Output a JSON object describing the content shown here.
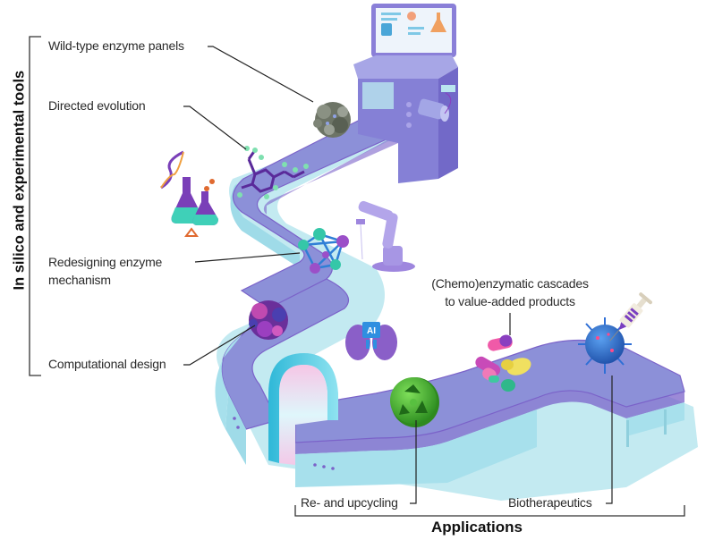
{
  "figure": {
    "left_group_title": "In silico and experimental tools",
    "bottom_group_title": "Applications",
    "labels": {
      "wild_type": "Wild-type enzyme panels",
      "directed_evolution": "Directed evolution",
      "redesigning_line1": "Redesigning enzyme",
      "redesigning_line2": "mechanism",
      "computational": "Computational design",
      "cascades_line1": "(Chemo)enzymatic cascades",
      "cascades_line2": "to value-added products",
      "upcycling": "Re- and upcycling",
      "biotherapeutics": "Biotherapeutics"
    },
    "icons": {
      "ai_chip_text": "AI"
    },
    "colors": {
      "belt_top": "#8a8fd6",
      "belt_side": "#9ad7e6",
      "belt_edge": "#7b63c9",
      "machine": "#8f8ad8",
      "protein_gray": "#6d7466",
      "protein_purple": "#7a2fa0",
      "recycle_green": "#3fae2e",
      "virus_blue": "#2f6fd6",
      "label_text": "#2a2a2a"
    }
  }
}
